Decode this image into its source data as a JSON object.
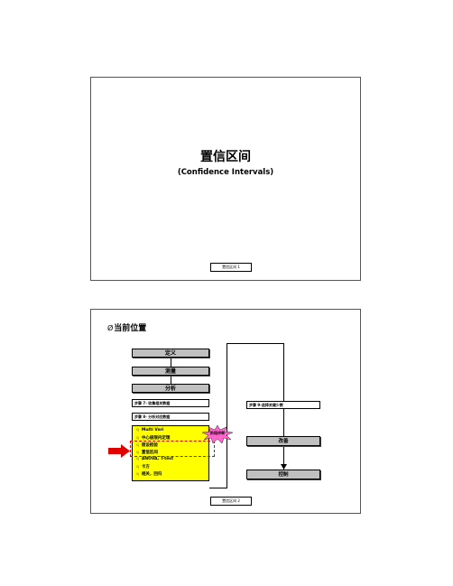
{
  "slide1": {
    "title": "置信区间",
    "subtitle": "(Confidence Intervals)",
    "footer": "置信区间 1"
  },
  "slide2": {
    "heading_symbol": "Ø",
    "heading": "当前位置",
    "phases": [
      "定义",
      "测量",
      "分析"
    ],
    "steps_left": [
      "步骤 7- 收集相关数据",
      "步骤 8- 分析对应数据"
    ],
    "step_right": "步骤 9-选择关键少数",
    "tools": [
      "Multi Vari",
      "中心极限内定理",
      "假设检验",
      "置信区间",
      "ANOVA, T-test",
      "卡方",
      "相关，回归"
    ],
    "tool_bullet": "q",
    "review_label": "阶段评审",
    "right_phases": [
      "改善",
      "控制"
    ],
    "footer": "置信区间 2"
  },
  "colors": {
    "phase_fill": "#c0c0c0",
    "tool_fill": "#ffff00",
    "arrow": "#e00000",
    "star": "#ff66cc"
  }
}
